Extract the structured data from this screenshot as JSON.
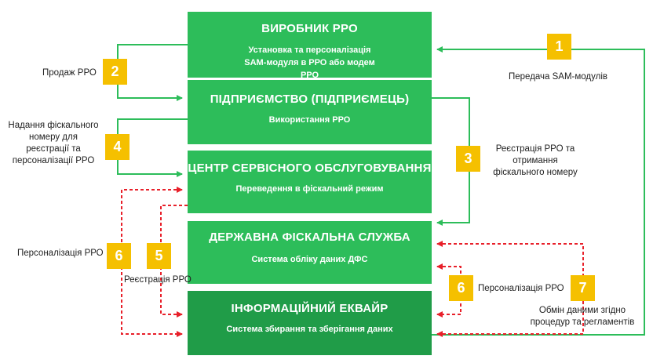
{
  "boxes": {
    "producer": {
      "title": "ВИРОБНИК РРО",
      "subtitle": "Установка та персоналізація SAM-модуля в РРО або модем РРО"
    },
    "enterprise": {
      "title": "ПІДПРИЄМСТВО (ПІДПРИЄМЕЦЬ)",
      "subtitle": "Використання РРО"
    },
    "service": {
      "title": "ЦЕНТР СЕРВІСНОГО ОБСЛУГОВУВАННЯ",
      "subtitle": "Переведення в фіскальний режим"
    },
    "dfs": {
      "title": "ДЕРЖАВНА ФІСКАЛЬНА СЛУЖБА",
      "subtitle": "Система обліку даних ДФС"
    },
    "acquirer": {
      "title": "ІНФОРМАЦІЙНИЙ ЕКВАЙР",
      "subtitle": "Система збирання та зберігання даних"
    }
  },
  "steps": {
    "s1": "1",
    "s2": "2",
    "s3": "3",
    "s4": "4",
    "s5": "5",
    "s6a": "6",
    "s6b": "6",
    "s7": "7"
  },
  "labels": {
    "l1": "Передача SAM-модулів",
    "l2": "Продаж РРО",
    "l3": "Реєстрація РРО та отримання фіскального номеру",
    "l4": "Надання фіскального номеру для реєстрації та персоналізації РРО",
    "l5": "Реєстрація РРО",
    "l6a": "Персоналізація РРО",
    "l6b": "Персоналізація РРО",
    "l7": "Обмін даними згідно процедур та регламентів"
  },
  "colors": {
    "green": "#2dbd5a",
    "dark_green": "#209c48",
    "yellow": "#f5c000",
    "red": "#e8202a"
  }
}
